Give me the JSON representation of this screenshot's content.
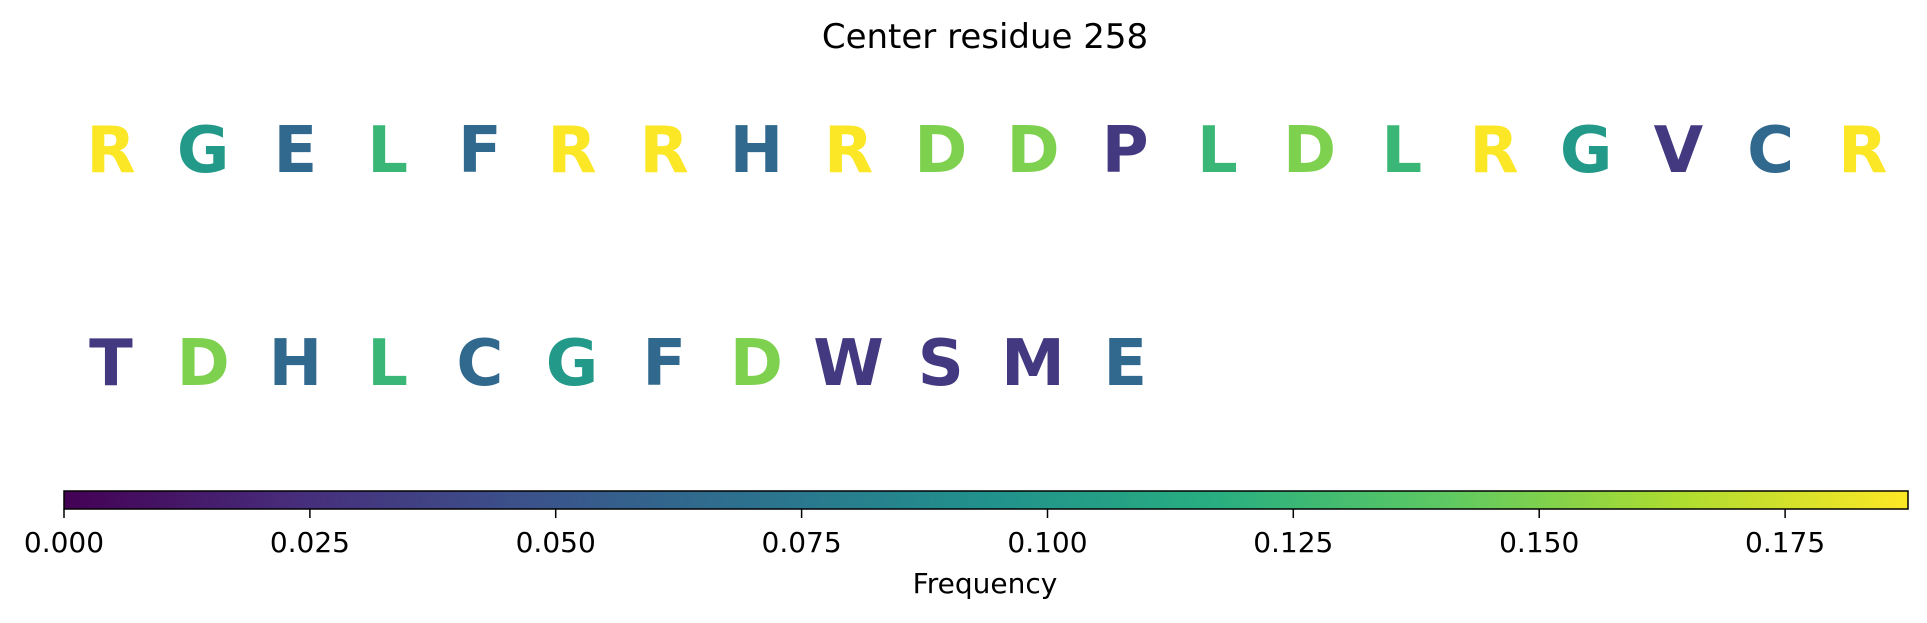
{
  "chart_data": {
    "type": "sequence-logo",
    "title": "Center residue 258",
    "sequence": [
      {
        "letter": "R",
        "frequency": 0.187
      },
      {
        "letter": "G",
        "frequency": 0.1
      },
      {
        "letter": "E",
        "frequency": 0.063
      },
      {
        "letter": "L",
        "frequency": 0.125
      },
      {
        "letter": "F",
        "frequency": 0.063
      },
      {
        "letter": "R",
        "frequency": 0.187
      },
      {
        "letter": "R",
        "frequency": 0.187
      },
      {
        "letter": "H",
        "frequency": 0.063
      },
      {
        "letter": "R",
        "frequency": 0.187
      },
      {
        "letter": "D",
        "frequency": 0.15
      },
      {
        "letter": "D",
        "frequency": 0.15
      },
      {
        "letter": "P",
        "frequency": 0.031
      },
      {
        "letter": "L",
        "frequency": 0.125
      },
      {
        "letter": "D",
        "frequency": 0.15
      },
      {
        "letter": "L",
        "frequency": 0.125
      },
      {
        "letter": "R",
        "frequency": 0.187
      },
      {
        "letter": "G",
        "frequency": 0.1
      },
      {
        "letter": "V",
        "frequency": 0.031
      },
      {
        "letter": "C",
        "frequency": 0.063
      },
      {
        "letter": "R",
        "frequency": 0.187
      },
      {
        "letter": "T",
        "frequency": 0.031
      },
      {
        "letter": "D",
        "frequency": 0.15
      },
      {
        "letter": "H",
        "frequency": 0.063
      },
      {
        "letter": "L",
        "frequency": 0.125
      },
      {
        "letter": "C",
        "frequency": 0.063
      },
      {
        "letter": "G",
        "frequency": 0.1
      },
      {
        "letter": "F",
        "frequency": 0.063
      },
      {
        "letter": "D",
        "frequency": 0.15
      },
      {
        "letter": "W",
        "frequency": 0.031
      },
      {
        "letter": "S",
        "frequency": 0.031
      },
      {
        "letter": "M",
        "frequency": 0.031
      },
      {
        "letter": "E",
        "frequency": 0.063
      }
    ],
    "colorbar": {
      "label": "Frequency",
      "range": [
        0,
        0.1875
      ],
      "ticks": [
        "0.000",
        "0.025",
        "0.050",
        "0.075",
        "0.100",
        "0.125",
        "0.150",
        "0.175"
      ],
      "colormap": "viridis"
    }
  }
}
